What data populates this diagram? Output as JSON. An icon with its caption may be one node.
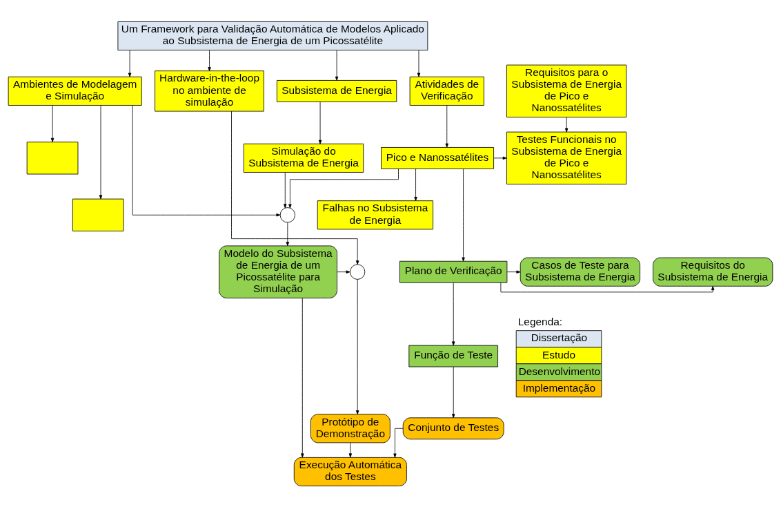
{
  "diagram": {
    "nodes": [
      {
        "text": [
          "Um Framework para Validação Automática de Modelos Aplicado ao Subsistema de Energia de um Picossatélite"
        ]
      },
      {
        "text": [],
        "shape": "box"
      },
      {
        "text": [],
        "shape": "box"
      },
      {
        "text": [
          "Ambientes de Modelagem e Simulação"
        ]
      },
      {
        "text": [
          "Hardware-in-the-loop no ambiente de simulação"
        ]
      },
      {
        "text": [
          "Subsistema de Energia"
        ]
      },
      {
        "text": [
          "Atividades de Verificação"
        ]
      },
      {
        "text": [
          "Requisitos para o Subsistema de Energia de Pico e Nanossatélites"
        ]
      },
      {
        "text": [
          "Simulação do Subsistema de Energia"
        ]
      },
      {
        "text": [
          "Pico e Nanossatélites"
        ]
      },
      {
        "text": [
          "Testes Funcionais no Subsistema de Energia de Pico e Nanossatélites"
        ]
      },
      {
        "text": [
          "Falhas no Subsistema de Energia"
        ]
      },
      {
        "text": [],
        "shape": "circle"
      },
      {
        "text": [
          "Modelo do Subsistema de Energia de um Picossatélite para Simulação"
        ]
      },
      {
        "text": [
          "Plano de Verificação"
        ]
      },
      {
        "text": [
          "Requisitos do Subsistema de Energia"
        ]
      },
      {
        "text": [],
        "shape": "circle"
      },
      {
        "text": [
          "Casos de Teste para Subsistema de Energia"
        ]
      },
      {
        "text": [
          "Função de Teste"
        ]
      },
      {
        "text": [
          "Protótipo de Demonstração"
        ]
      },
      {
        "text": [
          "Conjunto de Testes"
        ]
      },
      {
        "text": [
          "Execução Automática dos Testes"
        ]
      }
    ],
    "edges": [
      {
        "from": 0,
        "to": 3,
        "arrow": "to"
      },
      {
        "from": 0,
        "to": 4,
        "arrow": "to"
      },
      {
        "from": 0,
        "to": 5,
        "arrow": "to"
      },
      {
        "from": 0,
        "to": 6,
        "arrow": "to"
      },
      {
        "from": 3,
        "to": 1,
        "arrow": "to"
      },
      {
        "from": 3,
        "to": 2,
        "arrow": "to"
      },
      {
        "from": 5,
        "to": 8,
        "arrow": "to"
      },
      {
        "from": 6,
        "to": 9,
        "arrow": "to"
      },
      {
        "from": 7,
        "to": 10,
        "arrow": "to"
      },
      {
        "from": 9,
        "to": 10,
        "arrow": "to"
      },
      {
        "from": 9,
        "to": 11,
        "arrow": "to"
      },
      {
        "from": 3,
        "to": 12,
        "arrow": "to"
      },
      {
        "from": 8,
        "to": 12,
        "arrow": "to"
      },
      {
        "from": 9,
        "to": 12,
        "arrow": "to"
      },
      {
        "from": 12,
        "to": 13,
        "arrow": "to"
      },
      {
        "from": 9,
        "to": 14,
        "arrow": "to"
      },
      {
        "from": 14,
        "to": 15,
        "arrow": "to"
      },
      {
        "from": 14,
        "to": 17,
        "arrow": "to"
      },
      {
        "from": 14,
        "to": 18,
        "arrow": "to"
      },
      {
        "from": 13,
        "to": 16,
        "arrow": "to"
      },
      {
        "from": 4,
        "to": 16,
        "arrow": "to"
      },
      {
        "from": 16,
        "to": 19,
        "arrow": "to"
      },
      {
        "from": 18,
        "to": 20,
        "arrow": "to"
      },
      {
        "from": 13,
        "to": 21,
        "arrow": "to"
      },
      {
        "from": 19,
        "to": 21,
        "arrow": "to"
      },
      {
        "from": 20,
        "to": 21,
        "arrow": "to"
      }
    ],
    "labels": [
      "Legenda:"
    ],
    "legend": [
      {
        "text": "Dissertação",
        "color": "#dce6f2"
      },
      {
        "text": "Estudo",
        "color": "#ffff00"
      },
      {
        "text": "Desenvolvimento",
        "color": "#92d050"
      },
      {
        "text": "Implementação",
        "color": "#ffc000"
      }
    ]
  }
}
